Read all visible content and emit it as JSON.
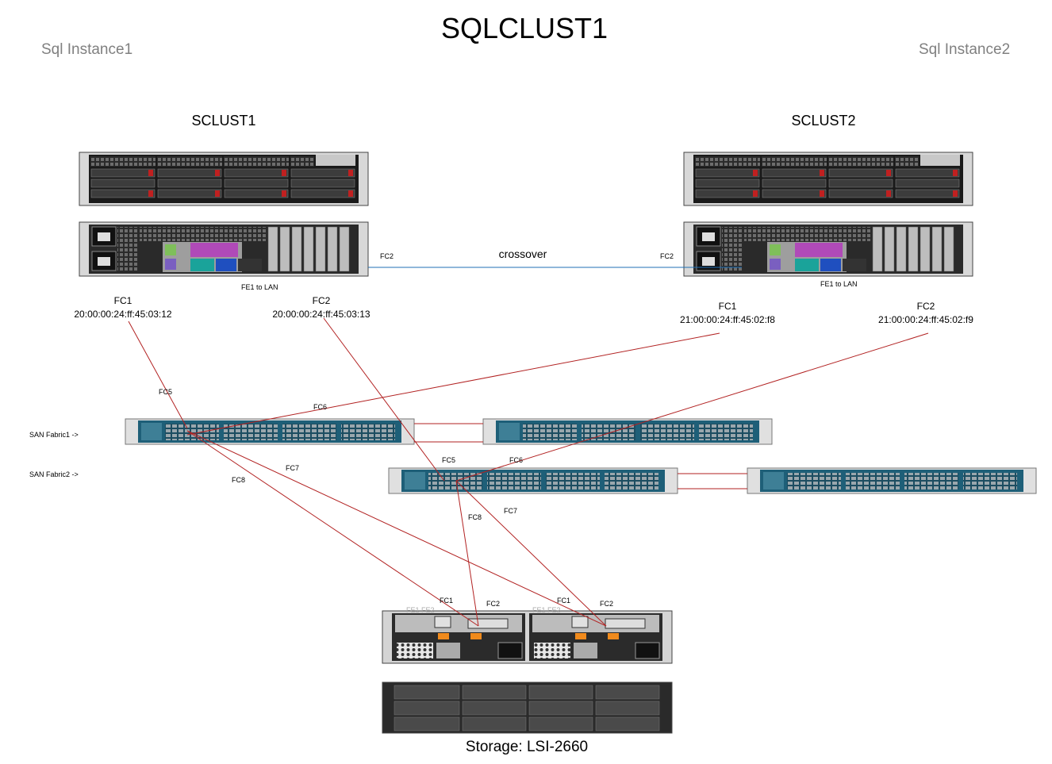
{
  "title": "SQLCLUST1",
  "instances": {
    "left": "Sql Instance1",
    "right": "Sql Instance2"
  },
  "servers": [
    {
      "name": "SCLUST1",
      "fc2_port_label": "FC2",
      "lan_label": "FE1 to LAN",
      "hba": [
        {
          "port": "FC1",
          "wwn": "20:00:00:24:ff:45:03:12"
        },
        {
          "port": "FC2",
          "wwn": "20:00:00:24:ff:45:03:13"
        }
      ]
    },
    {
      "name": "SCLUST2",
      "fc2_port_label": "FC2",
      "lan_label": "FE1 to LAN",
      "hba": [
        {
          "port": "FC1",
          "wwn": "21:00:00:24:ff:45:02:f8"
        },
        {
          "port": "FC2",
          "wwn": "21:00:00:24:ff:45:02:f9"
        }
      ]
    }
  ],
  "crossover_label": "crossover",
  "fabrics": {
    "fabric1": "SAN Fabric1 ->",
    "fabric2": "SAN Fabric2 ->"
  },
  "links": {
    "fc5": "FC5",
    "fc6": "FC6",
    "fc7": "FC7",
    "fc8": "FC8"
  },
  "controllers": [
    {
      "fe_labels": "FE1  FE2",
      "fc1": "FC1",
      "fc2": "FC2"
    },
    {
      "fe_labels": "FE1  FE2",
      "fc1": "FC1",
      "fc2": "FC2"
    }
  ],
  "storage_label": "Storage: LSI-2660",
  "colors": {
    "fc_link": "#b22222",
    "crossover_link": "#1f6fb5",
    "isl_link": "#b22222",
    "switch_body": "#1e5f78",
    "chassis": "#3a3a3a",
    "title_gray": "#808080"
  }
}
